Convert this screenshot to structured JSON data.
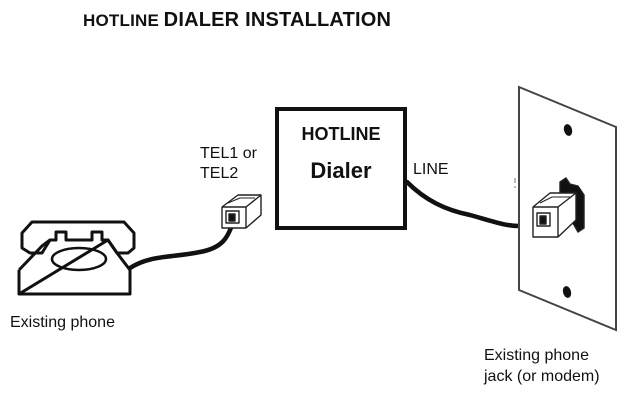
{
  "title": {
    "part1": "HOTLINE",
    "part2": "DIALER INSTALLATION"
  },
  "dialer": {
    "line1": "HOTLINE",
    "line2": "Dialer"
  },
  "labels": {
    "tel_port_line1": "TEL1 or",
    "tel_port_line2": "TEL2",
    "line_port": "LINE",
    "phone": "Existing phone",
    "jack_line1": "Existing phone",
    "jack_line2": "jack (or modem)"
  },
  "icons": {
    "phone": "telephone-icon",
    "tel_plug": "rj11-plug-icon",
    "wall_plate": "wall-jack-plate-icon",
    "jack_plug": "rj11-plug-icon"
  },
  "colors": {
    "stroke": "#111111",
    "background": "#ffffff",
    "plate_stroke": "#444444"
  }
}
